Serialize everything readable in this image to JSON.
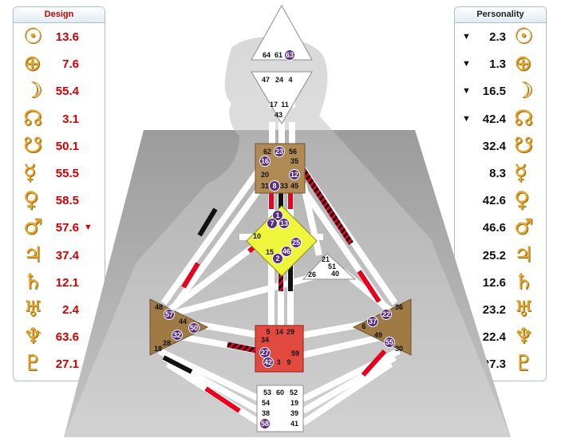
{
  "design": {
    "title": "Design",
    "rows": [
      {
        "icon": "sun-icon",
        "glyph": "☉",
        "value": "13.6",
        "arrow": ""
      },
      {
        "icon": "earth-icon",
        "glyph": "⊕",
        "value": "7.6",
        "arrow": ""
      },
      {
        "icon": "moon-icon",
        "glyph": "☽",
        "value": "55.4",
        "arrow": ""
      },
      {
        "icon": "north-node-icon",
        "glyph": "☊",
        "value": "3.1",
        "arrow": ""
      },
      {
        "icon": "south-node-icon",
        "glyph": "☋",
        "value": "50.1",
        "arrow": ""
      },
      {
        "icon": "mercury-icon",
        "glyph": "☿",
        "value": "55.5",
        "arrow": ""
      },
      {
        "icon": "venus-icon",
        "glyph": "♀",
        "value": "58.5",
        "arrow": ""
      },
      {
        "icon": "mars-icon",
        "glyph": "♂",
        "value": "57.6",
        "arrow": "▼"
      },
      {
        "icon": "jupiter-icon",
        "glyph": "♃",
        "value": "37.4",
        "arrow": ""
      },
      {
        "icon": "saturn-icon",
        "glyph": "♄",
        "value": "12.1",
        "arrow": ""
      },
      {
        "icon": "uranus-icon",
        "glyph": "♅",
        "value": "2.4",
        "arrow": ""
      },
      {
        "icon": "neptune-icon",
        "glyph": "♆",
        "value": "63.6",
        "arrow": ""
      },
      {
        "icon": "pluto-icon",
        "glyph": "♇",
        "value": "27.1",
        "arrow": ""
      }
    ]
  },
  "personality": {
    "title": "Personality",
    "rows": [
      {
        "icon": "sun-icon",
        "glyph": "☉",
        "value": "2.3",
        "arrow": "▼"
      },
      {
        "icon": "earth-icon",
        "glyph": "⊕",
        "value": "1.3",
        "arrow": "▼"
      },
      {
        "icon": "moon-icon",
        "glyph": "☽",
        "value": "16.5",
        "arrow": "▼"
      },
      {
        "icon": "north-node-icon",
        "glyph": "☊",
        "value": "42.4",
        "arrow": "▼"
      },
      {
        "icon": "south-node-icon",
        "glyph": "☋",
        "value": "32.4",
        "arrow": ""
      },
      {
        "icon": "mercury-icon",
        "glyph": "☿",
        "value": "8.3",
        "arrow": ""
      },
      {
        "icon": "venus-icon",
        "glyph": "♀",
        "value": "42.6",
        "arrow": ""
      },
      {
        "icon": "mars-icon",
        "glyph": "♂",
        "value": "46.6",
        "arrow": ""
      },
      {
        "icon": "jupiter-icon",
        "glyph": "♃",
        "value": "25.2",
        "arrow": ""
      },
      {
        "icon": "saturn-icon",
        "glyph": "♄",
        "value": "12.6",
        "arrow": ""
      },
      {
        "icon": "uranus-icon",
        "glyph": "♅",
        "value": "23.2",
        "arrow": ""
      },
      {
        "icon": "neptune-icon",
        "glyph": "♆",
        "value": "22.4",
        "arrow": "▲"
      },
      {
        "icon": "pluto-icon",
        "glyph": "♇",
        "value": "27.3",
        "arrow": "▲"
      }
    ]
  },
  "bodygraph": {
    "colors": {
      "design": "#e8001c",
      "personality": "#111111",
      "inactive": "#ffffff",
      "head": "#ffffff",
      "ajna": "#ffffff",
      "throat": "#b08a55",
      "g_center": "#eef53a",
      "heart": "#ffffff",
      "spleen": "#a07a45",
      "solar_plexus": "#a07a45",
      "sacral": "#e24a40",
      "root": "#ffffff",
      "highlight_circle": "#5b2d82"
    },
    "centers": {
      "head": {
        "gates": [
          "64",
          "61",
          "63"
        ]
      },
      "ajna": {
        "gates": [
          "47",
          "24",
          "4",
          "17",
          "11",
          "43"
        ]
      },
      "throat": {
        "gates": [
          "62",
          "23",
          "56",
          "16",
          "35",
          "20",
          "12",
          "31",
          "8",
          "33",
          "45"
        ]
      },
      "g_center": {
        "gates": [
          "1",
          "7",
          "13",
          "10",
          "25",
          "15",
          "46",
          "2"
        ]
      },
      "heart": {
        "gates": [
          "21",
          "51",
          "26",
          "40"
        ]
      },
      "spleen": {
        "gates": [
          "48",
          "57",
          "44",
          "50",
          "32",
          "28",
          "18"
        ]
      },
      "solar_plexus": {
        "gates": [
          "36",
          "6",
          "37",
          "22",
          "49",
          "55",
          "30"
        ]
      },
      "sacral": {
        "gates": [
          "5",
          "14",
          "29",
          "34",
          "27",
          "59",
          "42",
          "3",
          "9"
        ]
      },
      "root": {
        "gates": [
          "53",
          "60",
          "52",
          "54",
          "19",
          "38",
          "39",
          "58",
          "41"
        ]
      }
    },
    "highlighted_gates": [
      "63",
      "23",
      "16",
      "12",
      "8",
      "1",
      "7",
      "13",
      "25",
      "46",
      "2",
      "57",
      "50",
      "32",
      "37",
      "22",
      "55",
      "27",
      "42",
      "58"
    ]
  }
}
